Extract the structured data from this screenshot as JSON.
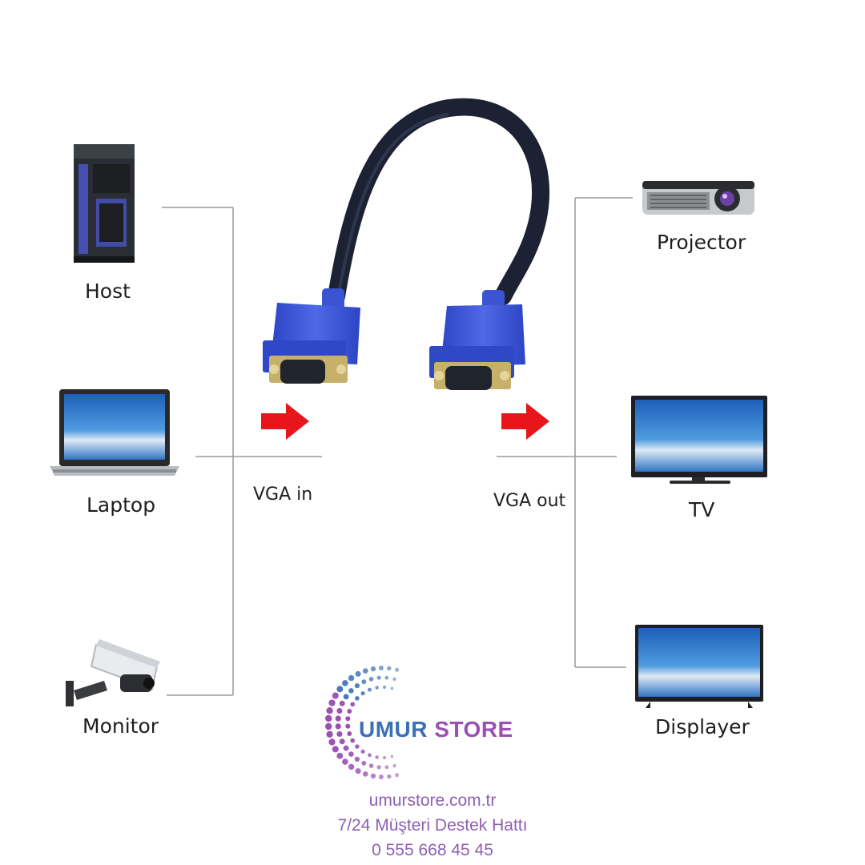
{
  "sources": [
    {
      "id": "host",
      "label": "Host",
      "icon": "desktop-tower-icon"
    },
    {
      "id": "laptop",
      "label": "Laptop",
      "icon": "laptop-icon"
    },
    {
      "id": "monitor",
      "label": "Monitor",
      "icon": "security-camera-icon"
    }
  ],
  "outputs": [
    {
      "id": "projector",
      "label": "Projector",
      "icon": "projector-icon"
    },
    {
      "id": "tv",
      "label": "TV",
      "icon": "tv-icon"
    },
    {
      "id": "displayer",
      "label": "Displayer",
      "icon": "display-screen-icon"
    }
  ],
  "cable": {
    "input_label": "VGA in",
    "output_label": "VGA out",
    "cable_color": "#1c2233",
    "connector_color": "#3b56d6",
    "arrow_color": "#e8151b"
  },
  "brand": {
    "name_part1": "UMUR",
    "name_part2": "STORE",
    "color_blue": "#3b6fb6",
    "color_purple": "#9b4fb3"
  },
  "contact": {
    "website": "umurstore.com.tr",
    "support_line": "7/24 Müşteri Destek Hattı",
    "phone": "0 555 668 45 45"
  }
}
